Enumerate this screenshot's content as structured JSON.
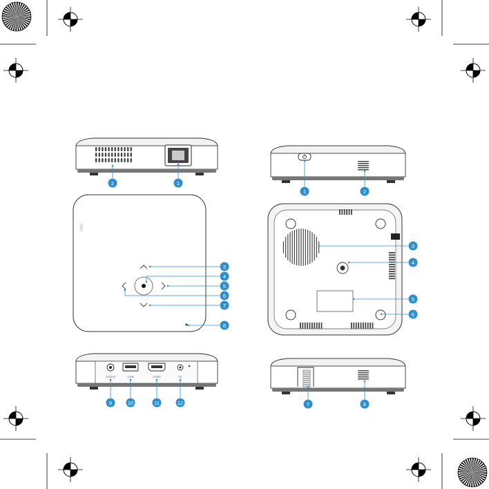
{
  "page": {
    "accent_color": "#2f8fcb",
    "outline_color": "#222222",
    "icons": [
      "registration-mark-icon",
      "starburst-mark-icon",
      "power-icon",
      "dpad-icon"
    ]
  },
  "brand_text": "2000",
  "front_view": {
    "callouts": [
      "1",
      "2"
    ]
  },
  "top_view": {
    "callouts": [
      "3",
      "4",
      "5",
      "6",
      "7",
      "8"
    ]
  },
  "back_view": {
    "ports": {
      "audio": "AUDIO",
      "usb": "USB",
      "hdmi": "HDMI",
      "dc": "5V"
    },
    "callouts": [
      "9",
      "10",
      "11",
      "12"
    ]
  },
  "side_view": {
    "callouts": [
      "1",
      "2"
    ]
  },
  "bottom_view": {
    "callouts": [
      "3",
      "4",
      "5",
      "6"
    ]
  },
  "other_side_view": {
    "callouts": [
      "7",
      "8"
    ]
  }
}
